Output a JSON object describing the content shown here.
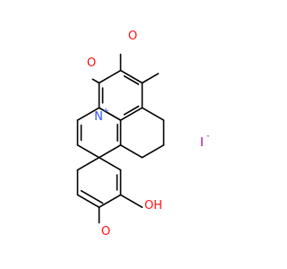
{
  "atoms": {
    "o_methoxy_top_left": "O",
    "o_methoxy_top_right": "O",
    "o_methoxy_bottom": "O",
    "n_ring": "N",
    "n_charge": "+",
    "oh_group": "OH",
    "iodide": "I",
    "iodide_charge": "-"
  },
  "colors": {
    "bond": "#000000",
    "oxygen": "#ff0d0d",
    "nitrogen": "#3050f8",
    "iodine": "#940094",
    "background": "#ffffff"
  }
}
